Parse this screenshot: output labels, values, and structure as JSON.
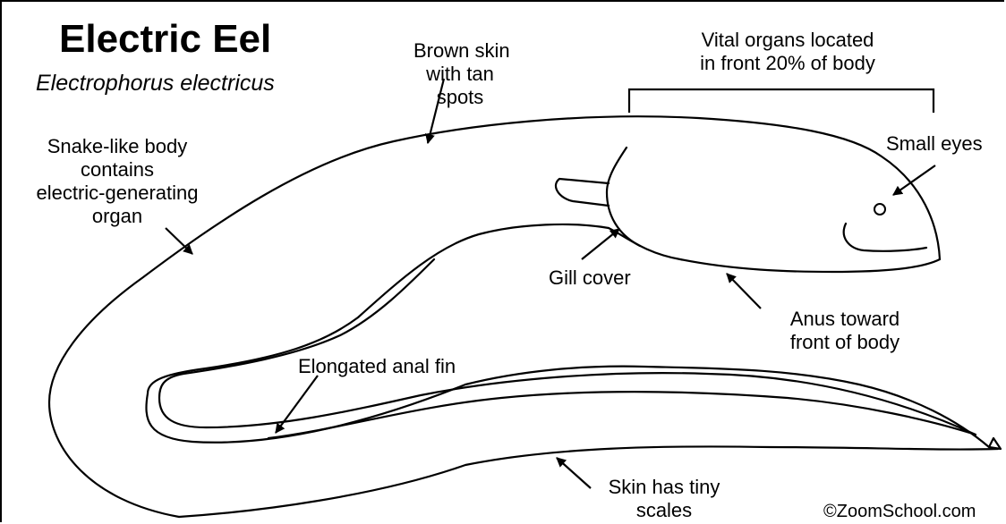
{
  "title": "Electric Eel",
  "scientific_name": "Electrophorus electricus",
  "labels": {
    "brown_skin": [
      "Brown skin",
      "with tan",
      "spots"
    ],
    "vital_organs": [
      "Vital organs located",
      "in front 20% of body"
    ],
    "small_eyes": [
      "Small eyes"
    ],
    "snake_body": [
      "Snake-like body",
      "contains",
      "electric-generating",
      "organ"
    ],
    "gill_cover": [
      "Gill cover"
    ],
    "anus": [
      "Anus toward",
      "front of body"
    ],
    "anal_fin": [
      "Elongated anal fin"
    ],
    "skin_scales": [
      "Skin has tiny",
      "scales"
    ]
  },
  "copyright": "©ZoomSchool.com",
  "colors": {
    "line": "#000000",
    "background": "#ffffff"
  }
}
